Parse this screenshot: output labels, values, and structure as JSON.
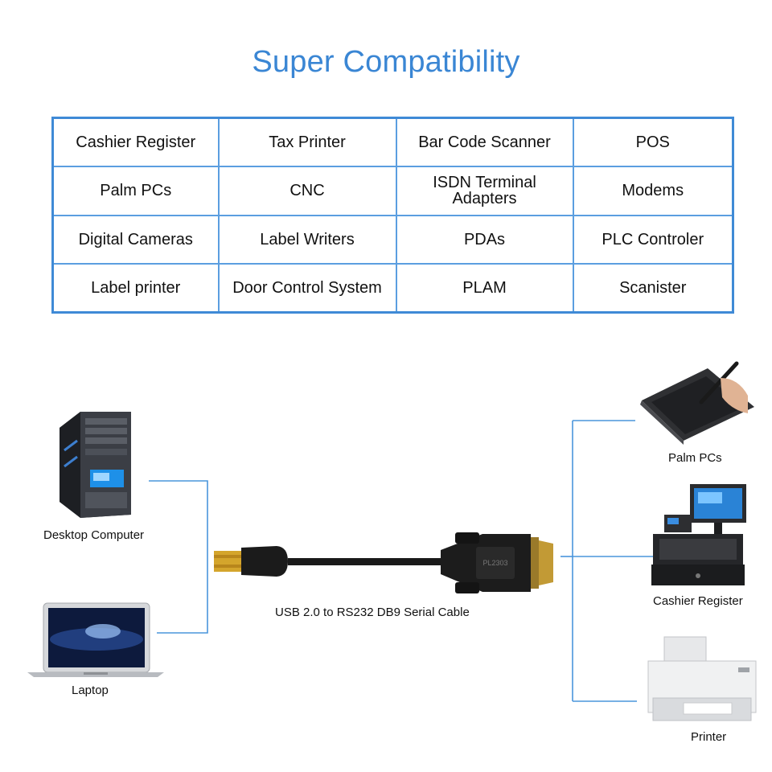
{
  "title": "Super Compatibility",
  "table": {
    "rows": [
      [
        "Cashier Register",
        "Tax Printer",
        "Bar Code Scanner",
        "POS"
      ],
      [
        "Palm PCs",
        "CNC",
        "ISDN Terminal Adapters",
        "Modems"
      ],
      [
        "Digital Cameras",
        "Label Writers",
        "PDAs",
        "PLC Controler"
      ],
      [
        "Label printer",
        "Door Control System",
        "PLAM",
        "Scanister"
      ]
    ]
  },
  "devices_left": {
    "desktop": "Desktop Computer",
    "laptop": "Laptop"
  },
  "cable": {
    "label": "USB 2.0 to RS232 DB9 Serial Cable",
    "connector_text": "PL2303"
  },
  "devices_right": {
    "tablet": "Palm PCs",
    "cashier": "Cashier Register",
    "printer": "Printer"
  },
  "colors": {
    "accent": "#3a86d4",
    "line": "#4a95dc",
    "table_border": "#5b9ee0"
  }
}
